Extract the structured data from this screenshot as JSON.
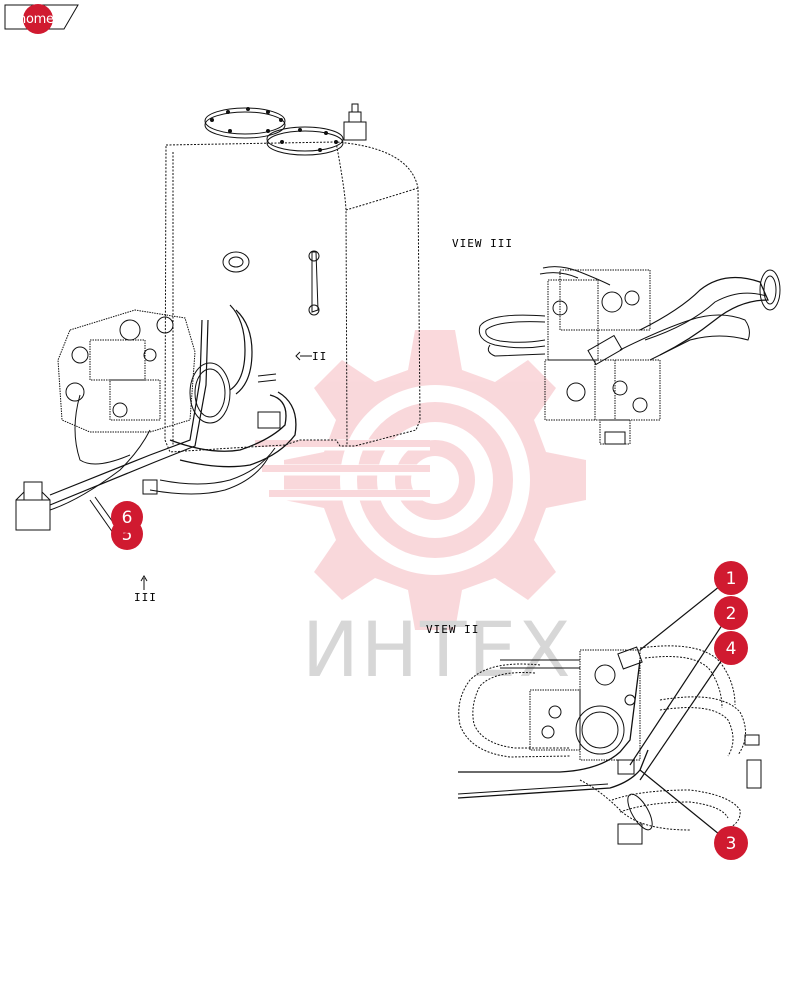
{
  "nav": {
    "home_label": "home"
  },
  "views": {
    "view_iii": "VIEW III",
    "view_ii": "VIEW II",
    "marker_ii": "II",
    "marker_iii": "III"
  },
  "callouts": [
    "1",
    "2",
    "3",
    "4",
    "5",
    "6"
  ],
  "watermark": {
    "text": "ИНТЕХ",
    "color": "#f5b9bf"
  },
  "colors": {
    "callout": "#d01a30",
    "line": "#111111"
  }
}
